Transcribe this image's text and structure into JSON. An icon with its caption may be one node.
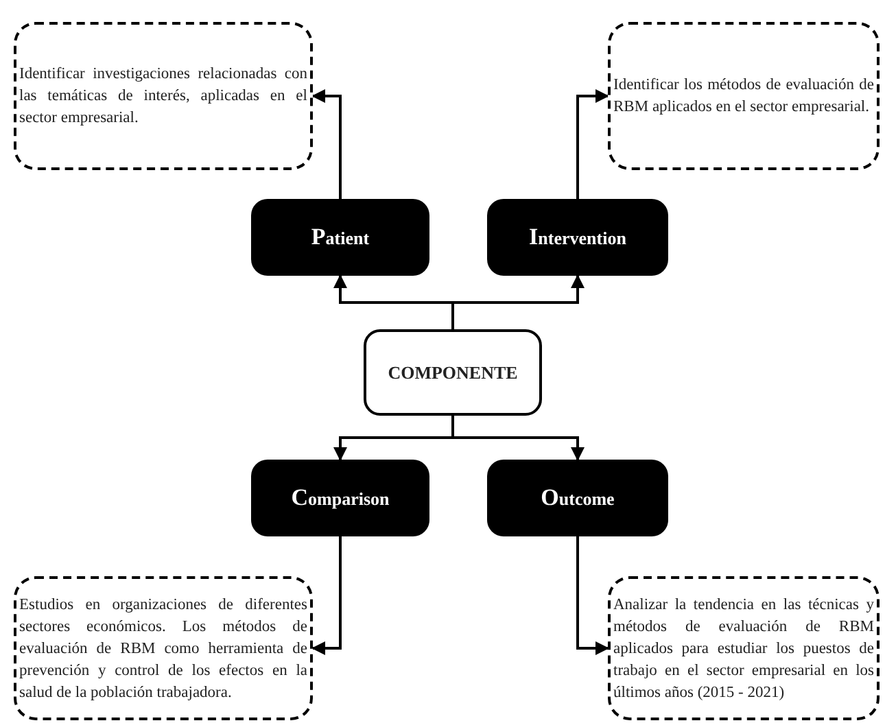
{
  "diagram": {
    "nodes": [
      {
        "text": [
          "Identificar investigaciones relacionadas con las temáticas de interés, aplicadas en el sector empresarial."
        ]
      },
      {
        "text": [
          "Identificar los métodos de evaluación de RBM aplicados en el sector empresarial."
        ]
      },
      {
        "text": [
          "Patient"
        ]
      },
      {
        "text": [
          "Intervention"
        ]
      },
      {
        "text": [
          "COMPONENTE"
        ]
      },
      {
        "text": [
          "Comparison"
        ]
      },
      {
        "text": [
          "Outcome"
        ]
      },
      {
        "text": [
          "Estudios en organizaciones de diferentes sectores económicos. Los métodos de evaluación de RBM como herramienta de prevención y control de los efectos en la salud de la población trabajadora."
        ]
      },
      {
        "text": [
          "Analizar la tendencia en las técnicas y métodos de evaluación de RBM aplicados para estudiar los puestos de trabajo en el sector empresarial en los últimos años (2015 - 2021)"
        ]
      }
    ],
    "edges": [
      {
        "from": 4,
        "to": 2,
        "arrow": "to"
      },
      {
        "from": 4,
        "to": 3,
        "arrow": "to"
      },
      {
        "from": 4,
        "to": 5,
        "arrow": "to"
      },
      {
        "from": 4,
        "to": 6,
        "arrow": "to"
      },
      {
        "from": 2,
        "to": 0,
        "arrow": "to"
      },
      {
        "from": 3,
        "to": 1,
        "arrow": "to"
      },
      {
        "from": 5,
        "to": 7,
        "arrow": "to"
      },
      {
        "from": 6,
        "to": 8,
        "arrow": "to"
      }
    ]
  }
}
